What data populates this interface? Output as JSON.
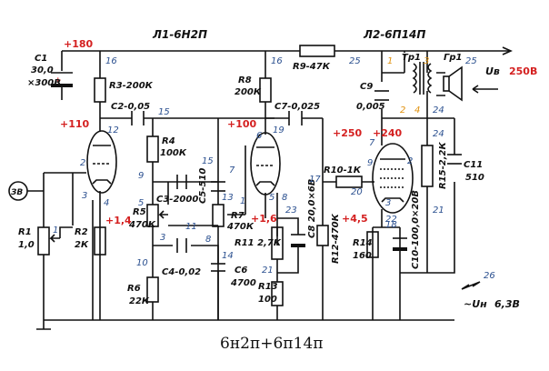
{
  "caption": "6н2п+6п14п",
  "tubes": {
    "v1": "Л1-6Н2П",
    "v2": "Л2-6П14П"
  },
  "components": {
    "c1": [
      "C1",
      "30,0",
      "×300В"
    ],
    "r3": "R3-200К",
    "c2": "C2-0,05",
    "r4": [
      "R4",
      "100К"
    ],
    "c3": "C3-2000",
    "c5": "C5-510",
    "r5": [
      "R5",
      "470К"
    ],
    "r7": [
      "R7",
      "470К"
    ],
    "c4": "C4-0,02",
    "r6": [
      "R6",
      "22К"
    ],
    "c6": [
      "C6",
      "4700"
    ],
    "r1": [
      "R1",
      "1,0"
    ],
    "r2": [
      "R2",
      "2К"
    ],
    "r8": [
      "R8",
      "200К"
    ],
    "c7": "C7-0,025",
    "r9": "R9-47К",
    "r10": "R10-1К",
    "r11": "R11 2,7К",
    "c8": "C8 20,0×6В",
    "r12": "R12-470К",
    "r13": [
      "R13",
      "100"
    ],
    "c9": [
      "C9",
      "0,005"
    ],
    "tr1": "Тр1",
    "gr1": "Гр1",
    "r14": [
      "R14",
      "160"
    ],
    "c10": "C10-100,0×20В",
    "r15": "R15-2,2К",
    "c11": [
      "C11",
      "510"
    ],
    "sound_source": "ЗВ"
  },
  "voltages": {
    "v180": "+180",
    "v110": "+110",
    "v100": "+100",
    "v250": "+250",
    "v240": "+240",
    "v14": "+1,4",
    "v16": "+1,6",
    "v45": "+4,5"
  },
  "supply": {
    "ub_label": "Uв",
    "ub_value": "250В",
    "uh_label": "~Uн",
    "uh_value": "6,3В"
  },
  "pins": [
    "16",
    "12",
    "15",
    "2",
    "4",
    "3",
    "9",
    "15",
    "13",
    "5",
    "11",
    "3",
    "8",
    "7",
    "14",
    "10",
    "16",
    "19",
    "6",
    "1",
    "23",
    "17",
    "5",
    "8",
    "21",
    "20",
    "22",
    "25",
    "7",
    "9",
    "2",
    "3",
    "18",
    "26",
    "25",
    "24",
    "24",
    "21",
    "1"
  ],
  "transformer_pins": [
    "1",
    "3",
    "2",
    "4"
  ]
}
